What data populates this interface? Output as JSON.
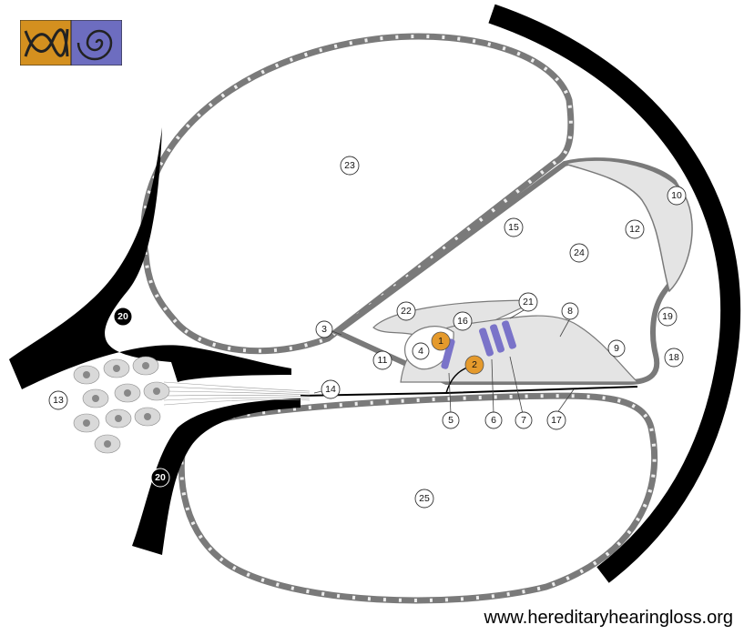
{
  "website": "www.hereditaryhearingloss.org",
  "logo": {
    "name": "hereditary-hearing-loss-logo",
    "left_color": "#d4901f",
    "right_color": "#6d6dc0"
  },
  "colors": {
    "bone": "#000000",
    "membrane_fill": "#e4e4e4",
    "membrane_stroke": "#7a7a7a",
    "hair_cell": "#e59a2c",
    "pillar": "#7a73c9"
  },
  "labels": [
    "1",
    "2",
    "3",
    "4",
    "5",
    "6",
    "7",
    "8",
    "9",
    "10",
    "11",
    "12",
    "13",
    "14",
    "15",
    "16",
    "17",
    "18",
    "19",
    "20",
    "20",
    "21",
    "22",
    "23",
    "24",
    "25"
  ]
}
